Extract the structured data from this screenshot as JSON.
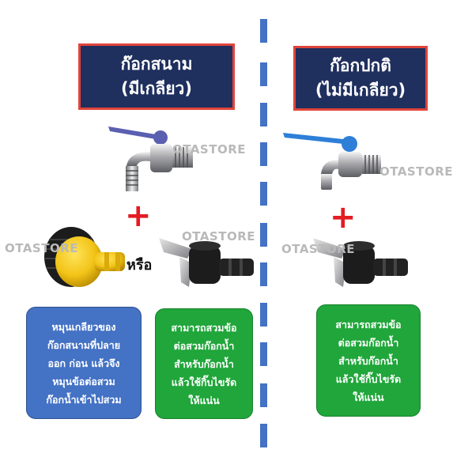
{
  "left_panel": {
    "title_line1": "ก๊อกสนาม",
    "title_line2": "(มีเกลียว)",
    "or_label": "หรือ",
    "note_blue": "หมุนเกลียวของ\nก๊อกสนามที่ปลาย\nออก ก่อน แล้วจึง\nหมุนข้อต่อสวม\nก๊อกน้ำเข้าไปสวม",
    "note_green": "สามารถสวมข้อ\nต่อสวมก๊อกน้ำ\nสำหรับก๊อกน้ำ\nแล้วใช้กิ๊บไขรัด\nให้แน่น"
  },
  "right_panel": {
    "title_line1": "ก๊อกปกติ",
    "title_line2": "(ไม่มีเกลียว)",
    "note_green": "สามารถสวมข้อ\nต่อสวมก๊อกน้ำ\nสำหรับก๊อกน้ำ\nแล้วใช้กิ๊บไขรัด\nให้แน่น"
  },
  "watermarks": [
    "OTASTORE",
    "OTASTORE",
    "OTASTORE",
    "OTASTORE",
    "OTASTORE"
  ],
  "colors": {
    "title_bg": "#1f2f5e",
    "title_border": "#e0443a",
    "plus": "#e31b23",
    "divider": "#4472c4",
    "note_blue": "#4472c4",
    "note_green": "#20a63a",
    "handle_purple": "#5b5fb0",
    "handle_blue": "#2d7fd8",
    "adapter_yellow": "#f2c418"
  },
  "icons": {
    "garden_faucet": "threaded-garden-faucet-icon",
    "normal_faucet": "plain-faucet-icon",
    "yellow_adapter": "threaded-hose-adapter-icon",
    "clamp_adapter": "universal-faucet-clamp-connector-icon",
    "plus": "plus-icon"
  }
}
